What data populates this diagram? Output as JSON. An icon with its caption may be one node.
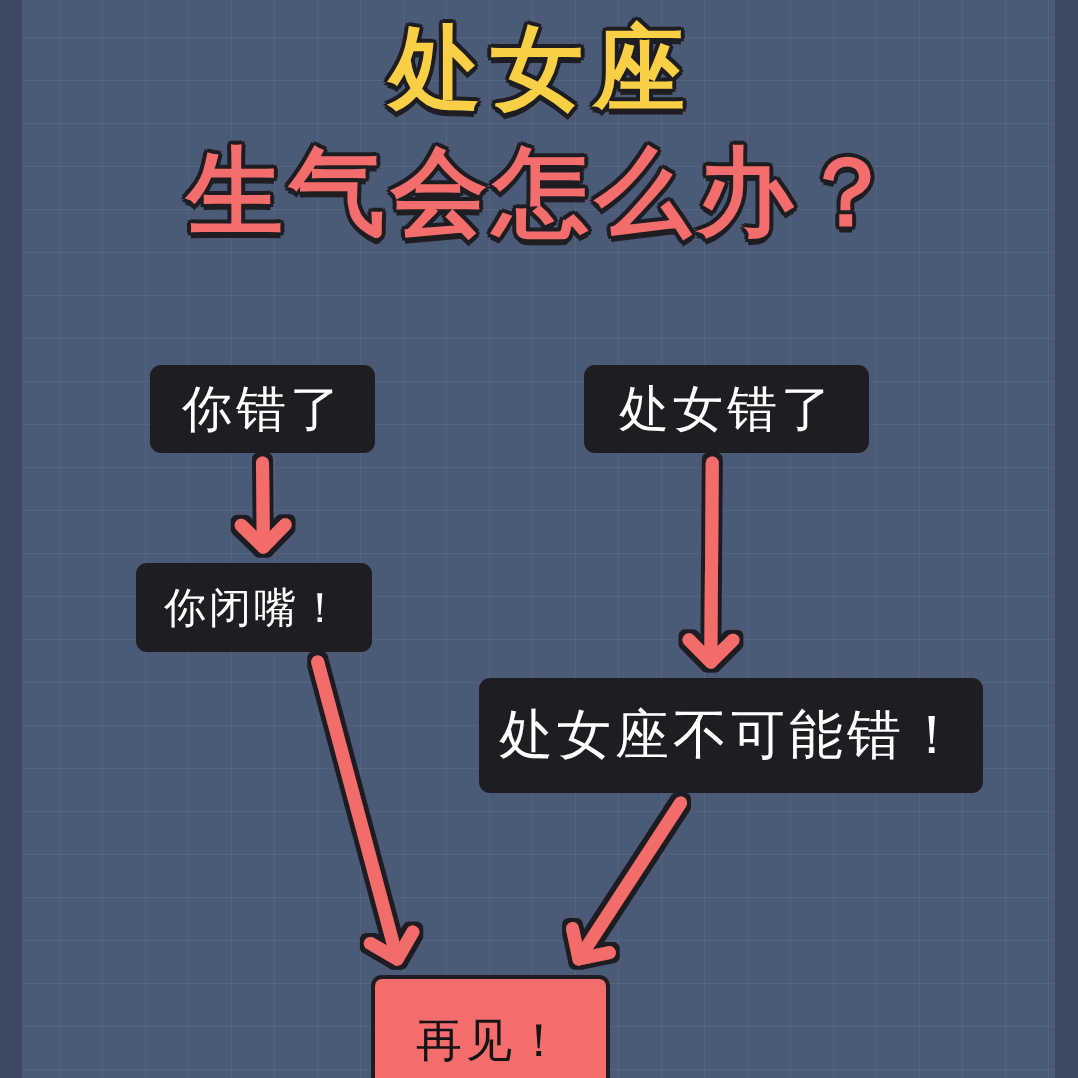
{
  "diagram": {
    "title": "处女座",
    "nodes": [
      {
        "text": [
          "你错了"
        ]
      },
      {
        "text": [
          "处女错了"
        ]
      },
      {
        "text": [
          "你闭嘴！"
        ]
      },
      {
        "text": [
          "处女座不可能错！"
        ]
      },
      {
        "text": [
          "再见！"
        ]
      }
    ],
    "edges": [
      {
        "from": 0,
        "to": 2,
        "arrow": "to"
      },
      {
        "from": 1,
        "to": 3,
        "arrow": "to"
      },
      {
        "from": 2,
        "to": 4,
        "arrow": "to"
      },
      {
        "from": 3,
        "to": 4,
        "arrow": "to"
      }
    ],
    "labels": [
      "生气会怎么办？"
    ]
  }
}
